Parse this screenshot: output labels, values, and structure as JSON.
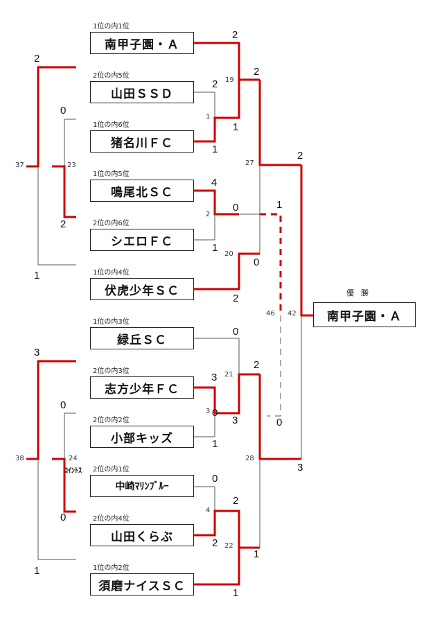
{
  "teams": [
    {
      "label": "1位の内1位",
      "name": "南甲子園・Ａ"
    },
    {
      "label": "2位の内5位",
      "name": "山田ＳＳＤ"
    },
    {
      "label": "1位の内6位",
      "name": "猪名川ＦＣ"
    },
    {
      "label": "1位の内5位",
      "name": "鳴尾北ＳＣ"
    },
    {
      "label": "2位の内6位",
      "name": "シエロＦＣ"
    },
    {
      "label": "1位の内4位",
      "name": "伏虎少年ＳＣ"
    },
    {
      "label": "1位の内3位",
      "name": "緑丘ＳＣ"
    },
    {
      "label": "2位の内3位",
      "name": "志方少年ＦＣ"
    },
    {
      "label": "2位の内2位",
      "name": "小部キッズ"
    },
    {
      "label": "2位の内1位",
      "name": "中崎ﾏﾘﾝﾌﾞﾙｰ"
    },
    {
      "label": "2位の内4位",
      "name": "山田くらぶ"
    },
    {
      "label": "1位の内2位",
      "name": "須磨ナイスＳＣ"
    }
  ],
  "matches": [
    "37",
    "23",
    "19",
    "1",
    "2",
    "27",
    "20",
    "46",
    "42",
    "38",
    "24",
    "21",
    "3",
    "28",
    "4",
    "22"
  ],
  "scores": [
    "2",
    "0",
    "2",
    "1",
    "2",
    "2",
    "1",
    "1",
    "2",
    "4",
    "0",
    "2",
    "1",
    "0",
    "1",
    "2",
    "3",
    "1",
    "3",
    "0",
    "0",
    "2",
    "3",
    "3",
    "1",
    "0",
    "0",
    "2",
    "2",
    "0",
    "1",
    "1",
    "0"
  ],
  "notes": {
    "coin_toss": "ｺｲﾝﾄｽ"
  },
  "champion": {
    "label": "優勝",
    "name": "南甲子園・Ａ"
  },
  "colors": {
    "winner_line": "#cc0000",
    "loser_line": "#555555"
  }
}
